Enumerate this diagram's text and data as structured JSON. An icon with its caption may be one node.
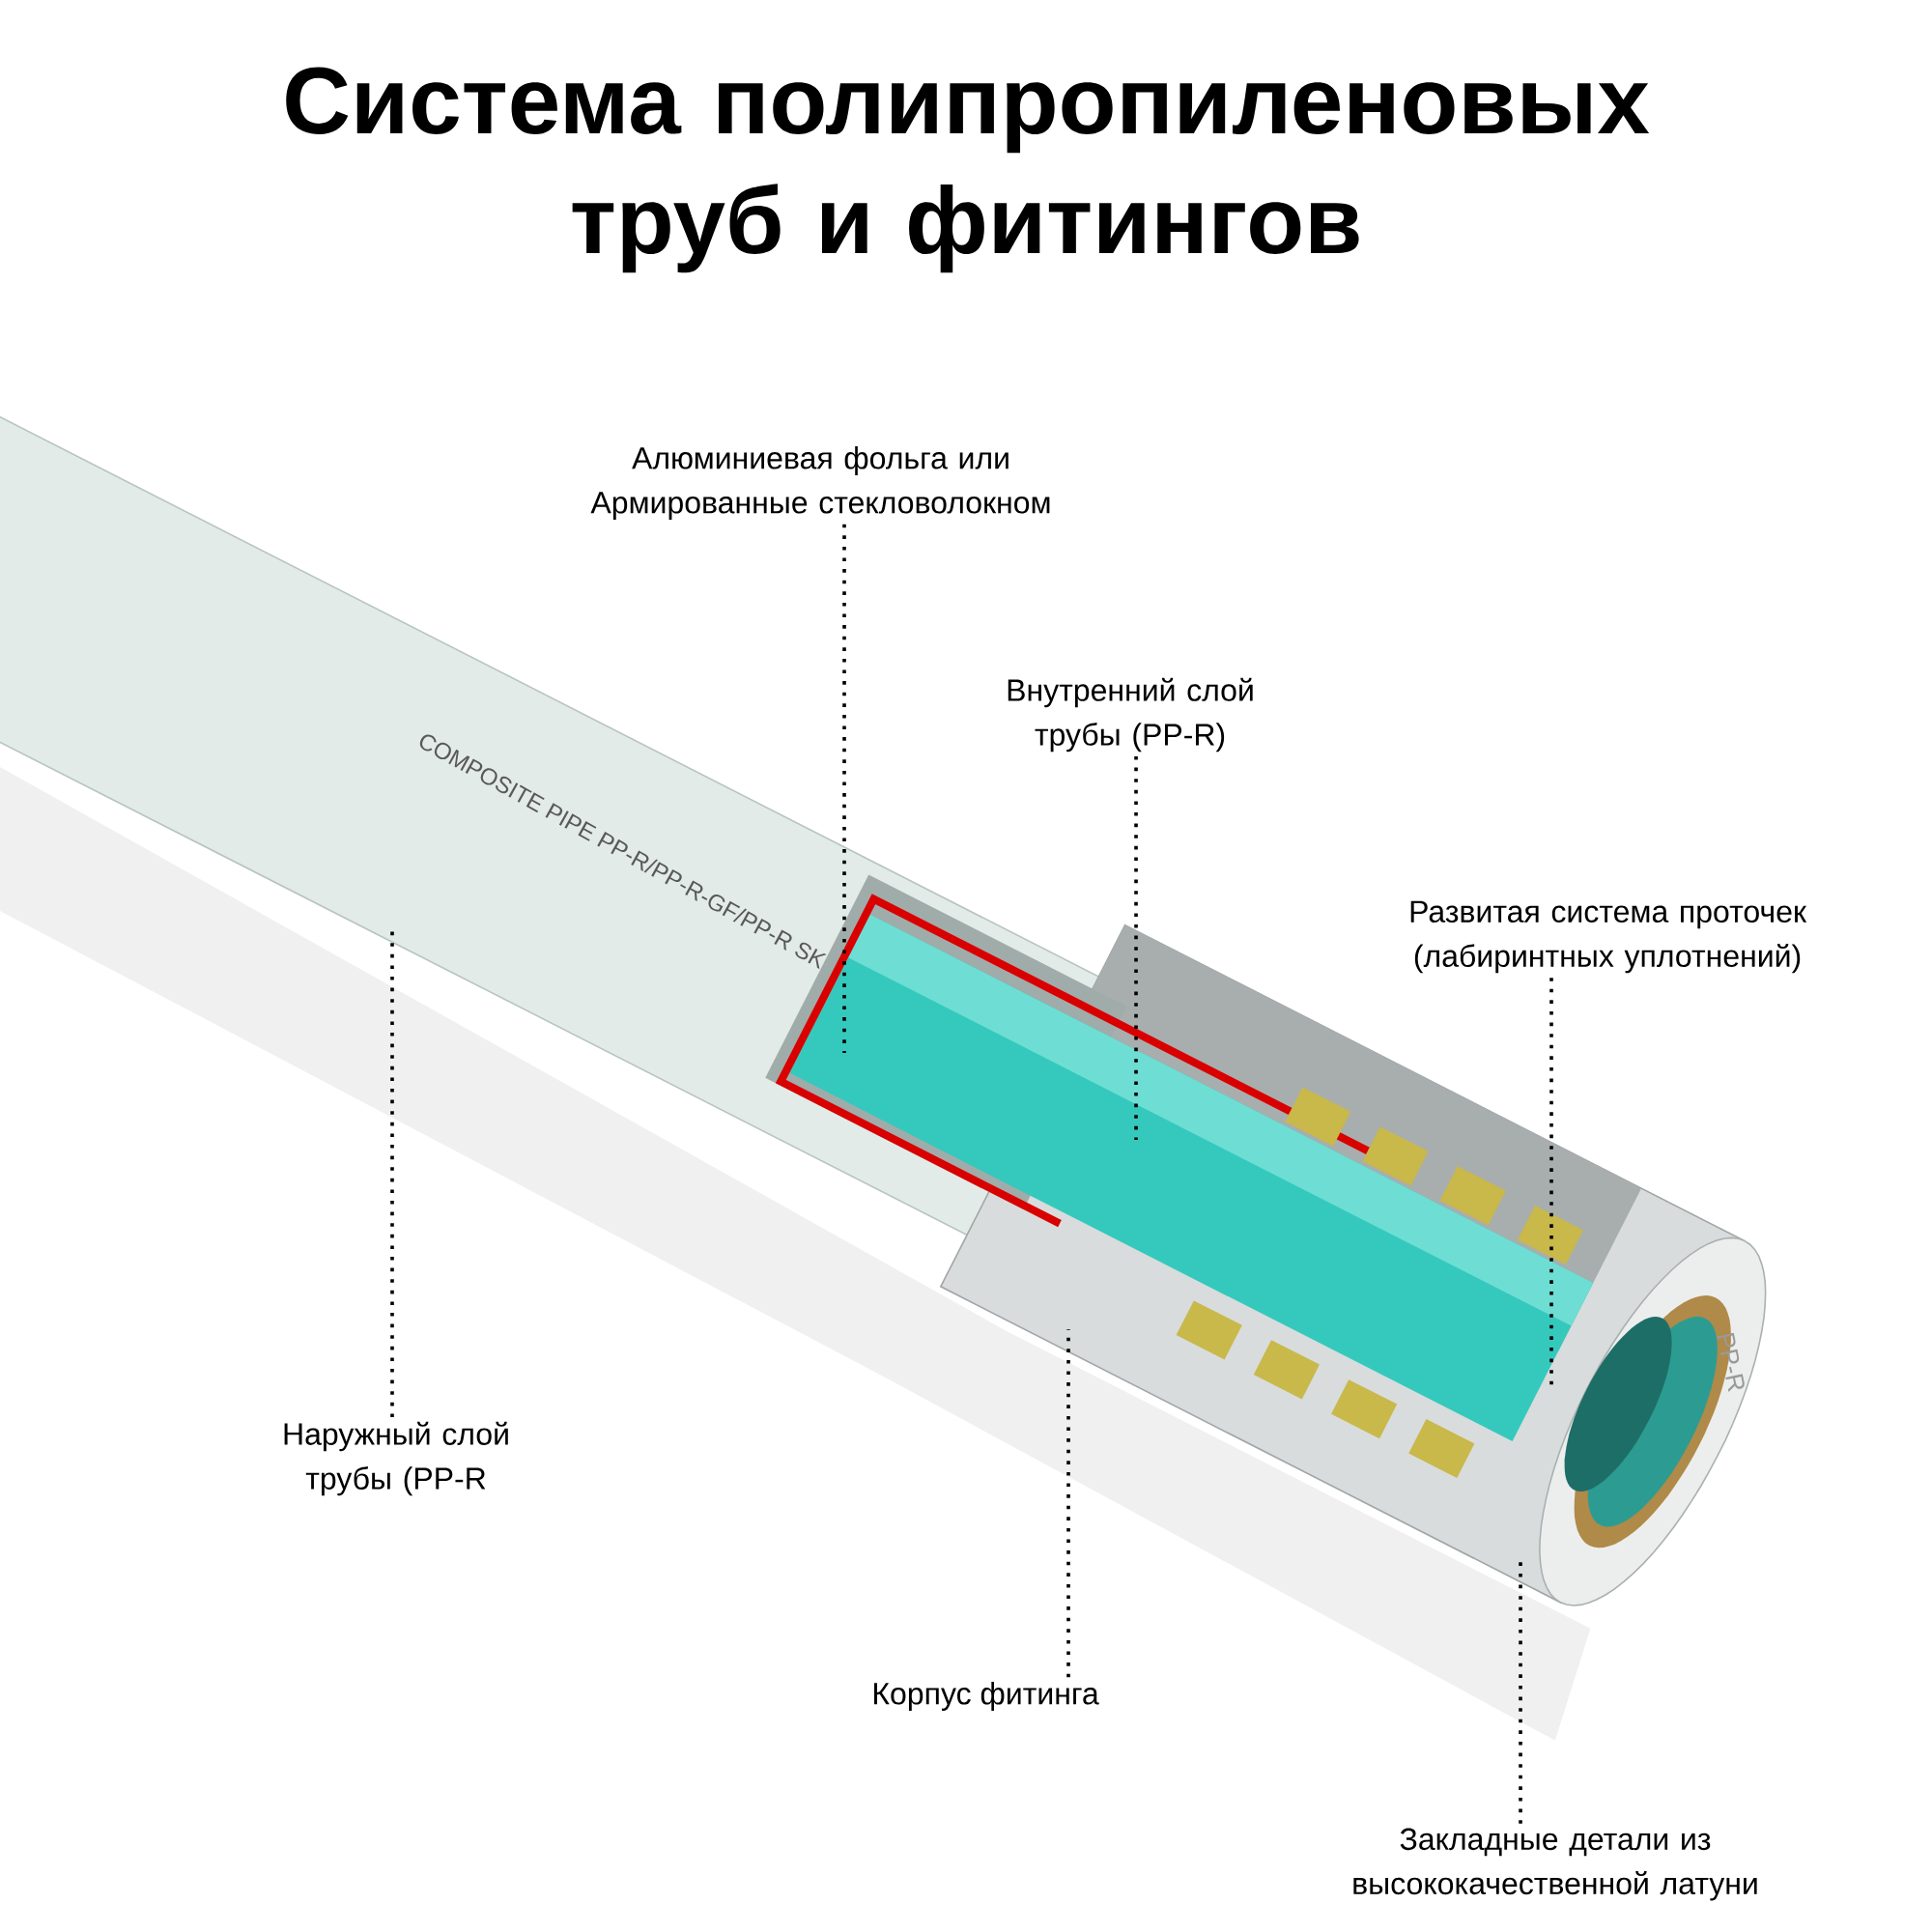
{
  "diagram": {
    "title": "Система полипропиленовых труб и фитингов",
    "nodes": [
      {
        "text": [
          "Алюминиевая фольга или Армированные стекловолокном"
        ]
      },
      {
        "text": [
          "Внутренний слой трубы (PP-R)"
        ]
      },
      {
        "text": [
          "Развитая система проточек (лабиринтных уплотнений)"
        ]
      },
      {
        "text": [
          "Наружный слой трубы (PP-R"
        ]
      },
      {
        "text": [
          "Корпус фитинга"
        ]
      },
      {
        "text": [
          "Закладные детали из высококачественной латуни"
        ]
      }
    ],
    "edges": [
      {
        "from": 0,
        "to": null,
        "arrow": "none"
      },
      {
        "from": 1,
        "to": null,
        "arrow": "none"
      },
      {
        "from": 2,
        "to": null,
        "arrow": "none"
      },
      {
        "from": 3,
        "to": null,
        "arrow": "none"
      },
      {
        "from": 4,
        "to": null,
        "arrow": "none"
      },
      {
        "from": 5,
        "to": null,
        "arrow": "none"
      }
    ],
    "labels": [
      "COMPOSITE PIPE PP-R/PP-R-GF/PP-R SK",
      "PP-R"
    ]
  }
}
